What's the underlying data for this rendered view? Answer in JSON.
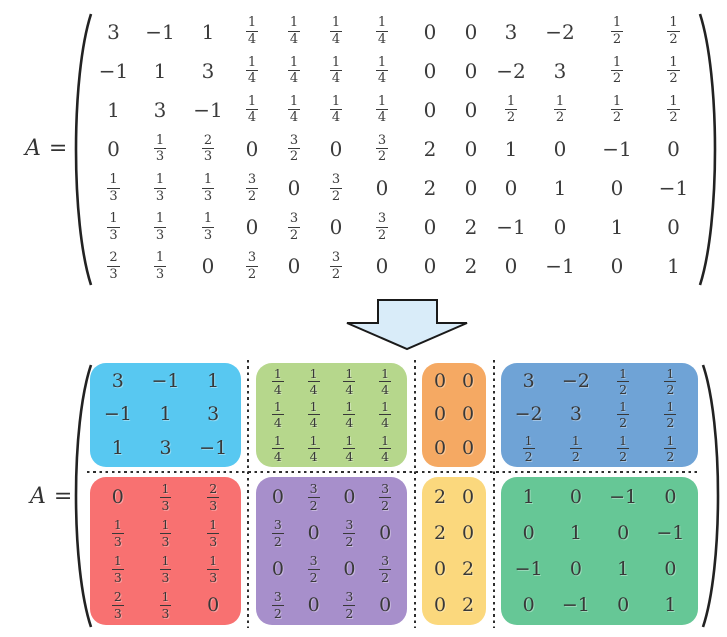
{
  "equation": {
    "variable": "A",
    "equals": "="
  },
  "matrix": {
    "rows": 7,
    "cols": 13,
    "entries": [
      [
        "3",
        "−1",
        "1",
        "1/4",
        "1/4",
        "1/4",
        "1/4",
        "0",
        "0",
        "3",
        "−2",
        "1/2",
        "1/2"
      ],
      [
        "−1",
        "1",
        "3",
        "1/4",
        "1/4",
        "1/4",
        "1/4",
        "0",
        "0",
        "−2",
        "3",
        "1/2",
        "1/2"
      ],
      [
        "1",
        "3",
        "−1",
        "1/4",
        "1/4",
        "1/4",
        "1/4",
        "0",
        "0",
        "1/2",
        "1/2",
        "1/2",
        "1/2"
      ],
      [
        "0",
        "1/3",
        "2/3",
        "0",
        "3/2",
        "0",
        "3/2",
        "2",
        "0",
        "1",
        "0",
        "−1",
        "0"
      ],
      [
        "1/3",
        "1/3",
        "1/3",
        "3/2",
        "0",
        "3/2",
        "0",
        "2",
        "0",
        "0",
        "1",
        "0",
        "−1"
      ],
      [
        "1/3",
        "1/3",
        "1/3",
        "0",
        "3/2",
        "0",
        "3/2",
        "0",
        "2",
        "−1",
        "0",
        "1",
        "0"
      ],
      [
        "2/3",
        "1/3",
        "0",
        "3/2",
        "0",
        "3/2",
        "0",
        "0",
        "2",
        "0",
        "−1",
        "0",
        "1"
      ]
    ]
  },
  "blocks": [
    {
      "name": "block-11",
      "color": "#58c8f1",
      "rows": [
        0,
        1,
        2
      ],
      "cols": [
        0,
        1,
        2
      ]
    },
    {
      "name": "block-12",
      "color": "#b6d78c",
      "rows": [
        0,
        1,
        2
      ],
      "cols": [
        3,
        4,
        5,
        6
      ]
    },
    {
      "name": "block-13",
      "color": "#f5a963",
      "rows": [
        0,
        1,
        2
      ],
      "cols": [
        7,
        8
      ]
    },
    {
      "name": "block-14",
      "color": "#6fa3d6",
      "rows": [
        0,
        1,
        2
      ],
      "cols": [
        9,
        10,
        11,
        12
      ]
    },
    {
      "name": "block-21",
      "color": "#f87171",
      "rows": [
        3,
        4,
        5,
        6
      ],
      "cols": [
        0,
        1,
        2
      ]
    },
    {
      "name": "block-22",
      "color": "#a78fcb",
      "rows": [
        3,
        4,
        5,
        6
      ],
      "cols": [
        3,
        4,
        5,
        6
      ]
    },
    {
      "name": "block-23",
      "color": "#fbd87d",
      "rows": [
        3,
        4,
        5,
        6
      ],
      "cols": [
        7,
        8
      ]
    },
    {
      "name": "block-24",
      "color": "#66c796",
      "rows": [
        3,
        4,
        5,
        6
      ],
      "cols": [
        9,
        10,
        11,
        12
      ]
    }
  ],
  "arrow": {
    "direction": "down",
    "fill": "#d9ecf9",
    "stroke": "#1a1a1a"
  },
  "divider_color": "#2d2d2d",
  "paren_color": "#222222"
}
